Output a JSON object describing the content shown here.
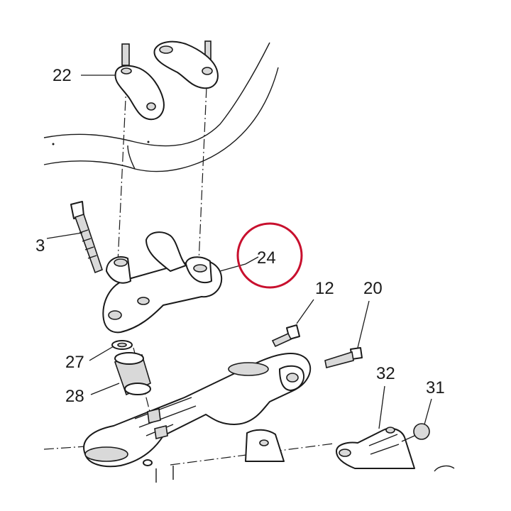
{
  "callouts": {
    "c22": "22",
    "c3": "3",
    "c24": "24",
    "c12": "12",
    "c20": "20",
    "c27": "27",
    "c28": "28",
    "c32": "32",
    "c31": "31"
  },
  "colors": {
    "highlight": "#c8102e",
    "line": "#1a1a1a",
    "shade": "#d9d9d9"
  }
}
